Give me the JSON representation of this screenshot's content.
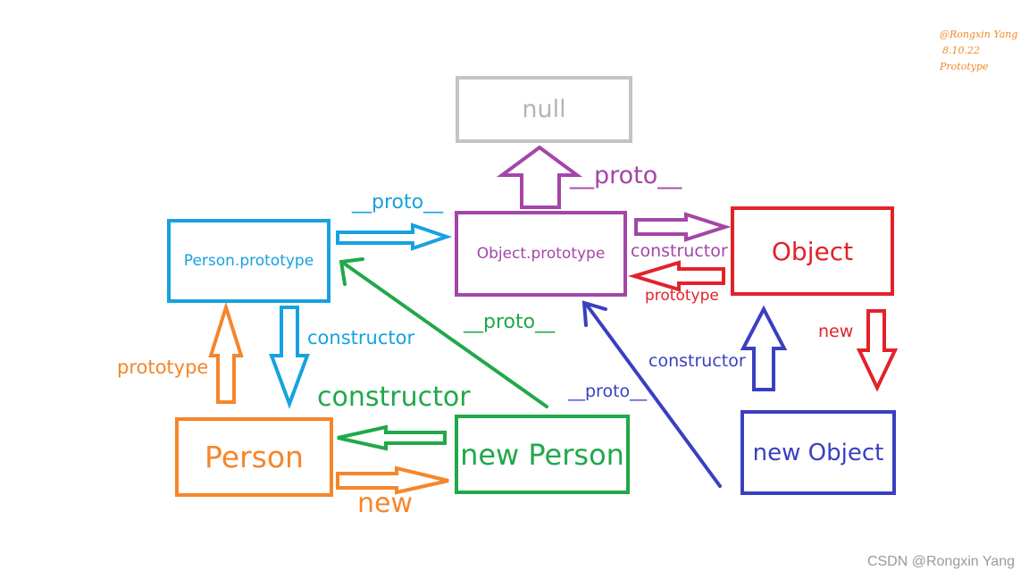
{
  "signature": {
    "line1": "@Rongxin Yang",
    "line2": "8.10.22",
    "line3": "Prototype"
  },
  "nodes": {
    "null": "null",
    "object_prototype": "Object.prototype",
    "object": "Object",
    "person_prototype": "Person.prototype",
    "person": "Person",
    "new_person": "new Person",
    "new_object": "new Object"
  },
  "edges": {
    "obj_proto_to_null": "__proto__",
    "pp_to_obj_proto": "__proto__",
    "obj_proto_constructor": "constructor",
    "object_prototype": "prototype",
    "object_new": "new",
    "new_object_constructor": "constructor",
    "new_object_proto": "__proto__",
    "pp_constructor": "constructor",
    "person_prototype": "prototype",
    "new_person_constructor": "constructor",
    "new_person_proto": "__proto__",
    "person_new": "new"
  },
  "colors": {
    "gray": "#c4c4c4",
    "purple": "#a346a8",
    "red": "#e2222b",
    "blue": "#16a2e0",
    "orange": "#f5862a",
    "green": "#21a84a",
    "indigo": "#3a3fc1"
  },
  "watermark": "CSDN @Rongxin Yang"
}
